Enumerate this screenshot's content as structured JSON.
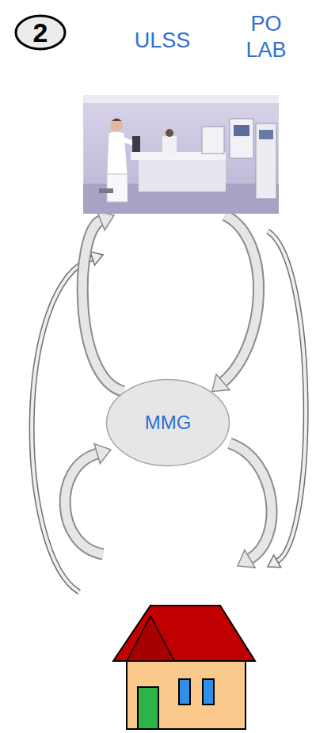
{
  "diagram": {
    "nodes": [
      {
        "text": [
          "ULSS",
          "PO LAB"
        ]
      },
      {
        "text": [
          "MMG"
        ]
      }
    ],
    "edges": [
      {
        "from": 0,
        "to": 1,
        "arrow": "to"
      },
      {
        "from": 1,
        "to": 0,
        "arrow": "to"
      }
    ],
    "labels": [
      "2"
    ]
  }
}
